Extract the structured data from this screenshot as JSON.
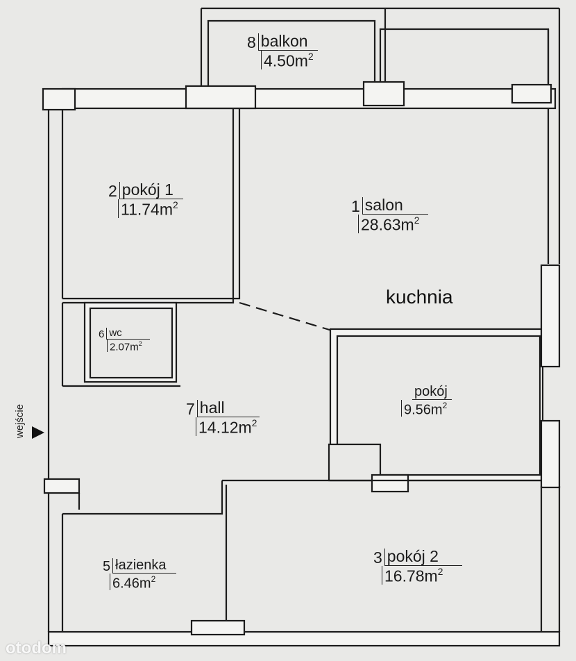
{
  "rooms": {
    "balkon": {
      "number": "8",
      "name": "balkon",
      "area": "4.50m",
      "unit_sup": "2"
    },
    "pokoj1": {
      "number": "2",
      "name": "pokój 1",
      "area": "11.74m",
      "unit_sup": "2"
    },
    "salon": {
      "number": "1",
      "name": "salon",
      "area": "28.63m",
      "unit_sup": "2"
    },
    "wc": {
      "number": "6",
      "name": "wc",
      "area": "2.07m",
      "unit_sup": "2"
    },
    "hall": {
      "number": "7",
      "name": "hall",
      "area": "14.12m",
      "unit_sup": "2"
    },
    "pokoj": {
      "number": "",
      "name": "pokój",
      "area": "9.56m",
      "unit_sup": "2"
    },
    "lazienka": {
      "number": "5",
      "name": "łazienka",
      "area": "6.46m",
      "unit_sup": "2"
    },
    "pokoj2": {
      "number": "3",
      "name": "pokój 2",
      "area": "16.78m",
      "unit_sup": "2"
    }
  },
  "kitchen_label": "kuchnia",
  "entrance_label": "wejście",
  "watermark": "otodom",
  "colors": {
    "wall": "#f4f4f2",
    "line": "#1c1c1c",
    "background": "#e9e9e7"
  }
}
